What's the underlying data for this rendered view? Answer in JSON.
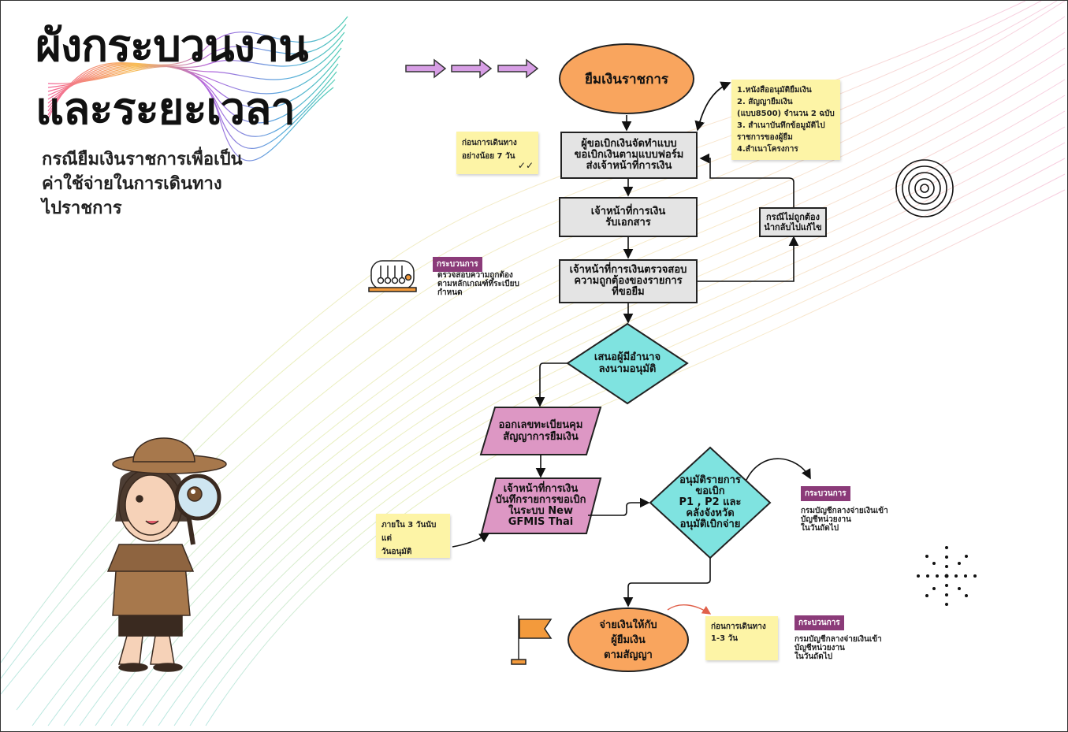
{
  "header": {
    "title_line1": "ผังกระบวนงาน",
    "title_line2": "และระยะเวลา",
    "subtitle_line1": "กรณียืมเงินราชการเพื่อเป็น",
    "subtitle_line2": "ค่าใช้จ่ายในการเดินทาง",
    "subtitle_line3": "ไปราชการ"
  },
  "flow": {
    "start": "ยืมเงินราชการ",
    "step1_line1": "ผู้ขอเบิกเงินจัดทำแบบ",
    "step1_line2": "ขอเบิกเงินตามแบบฟอร์ม",
    "step1_line3": "ส่งเจ้าหน้าที่การเงิน",
    "step2_line1": "เจ้าหน้าที่การเงิน",
    "step2_line2": "รับเอกสาร",
    "step3_line1": "เจ้าหน้าที่การเงินตรวจสอบ",
    "step3_line2": "ความถูกต้องของรายการ",
    "step3_line3": "ที่ขอยืม",
    "fix_line1": "กรณีไม่ถูกต้อง",
    "fix_line2": "นำกลับไปแก้ไข",
    "decision1_line1": "เสนอผู้มีอำนาจ",
    "decision1_line2": "ลงนามอนุมัติ",
    "step4_line1": "ออกเลขทะเบียนคุม",
    "step4_line2": "สัญญาการยืมเงิน",
    "step5_line1": "เจ้าหน้าที่การเงิน",
    "step5_line2": "บันทึกรายการขอเบิก",
    "step5_line3": "ในระบบ New",
    "step5_line4": "GFMIS Thai",
    "decision2_line1": "อนุมัติรายการ",
    "decision2_line2": "ขอเบิก",
    "decision2_line3": "P1 , P2 และ",
    "decision2_line4": "คลังจังหวัด",
    "decision2_line5": "อนุมัติเบิกจ่าย",
    "end_line1": "จ่ายเงินให้กับ",
    "end_line2": "ผู้ยืมเงิน",
    "end_line3": "ตามสัญญา"
  },
  "notes": {
    "documents_line1": "1.หนังสืออนุมัติยืมเงิน",
    "documents_line2": "2. สัญญายืมเงิน",
    "documents_line3": "(แบบ8500) จำนวน 2 ฉบับ",
    "documents_line4": "3. สำเนาบันทึกข้อมูมัติไป",
    "documents_line5": "ราชการของผู้ยืม",
    "documents_line6": "4.สำเนาโครงการ",
    "before7_line1": "ก่อนการเดินทาง",
    "before7_line2": "อย่างน้อย 7 วัน",
    "within3_line1": "ภายใน 3 วันนับแต่",
    "within3_line2": "วันอนุมัติ",
    "before13_line1": "ก่อนการเดินทาง",
    "before13_line2": "1-3 วัน"
  },
  "process_tags": {
    "label": "กระบวนการ",
    "check_line1": "ตรวจสอบความถูกต้อง",
    "check_line2": "ตามหลักเกณฑ์ที่ระเบียบ",
    "check_line3": "กำหนด",
    "transfer_line1": "กรมบัญชีกลางจ่ายเงินเข้า",
    "transfer_line2": "บัญชีหน่วยงาน",
    "transfer_line3": "ในวันถัดไป"
  },
  "colors": {
    "oval": "#f9a55e",
    "rect": "#e4e4e4",
    "diamond": "#7fe3e0",
    "parallelogram": "#dd97c4",
    "note": "#fdf4a6",
    "tag": "#8b3b79",
    "arrow_purple": "#d79ee5"
  }
}
